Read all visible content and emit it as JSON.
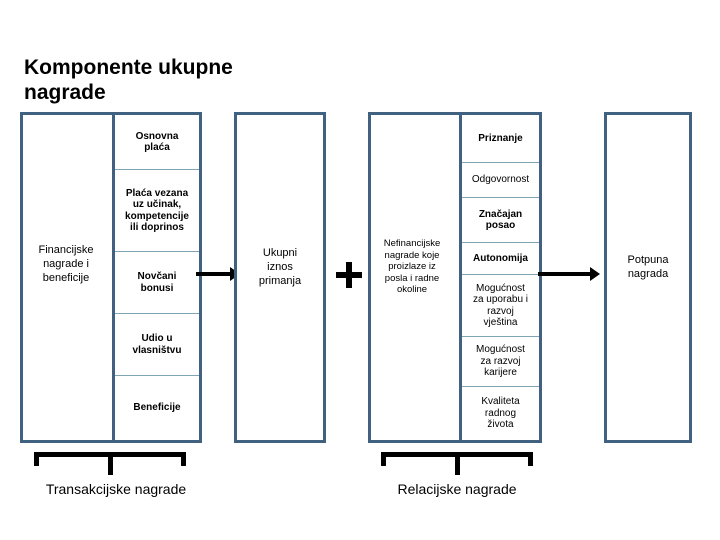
{
  "slide": {
    "title": "Komponente ukupne\nnagrade",
    "accent_border_color": "#416180",
    "divider_color": "#7fa5b5",
    "background_color": "#ffffff",
    "text_color": "#000000"
  },
  "financial": {
    "group_label": "Financijske\nnagrade i\nbeneficije",
    "items": [
      {
        "label": "Osnovna\nplaća",
        "bold": true
      },
      {
        "label": "Plaća vezana\nuz učinak,\nkompetencije\nili doprinos",
        "bold": true
      },
      {
        "label": "Novčani\nbonusi",
        "bold": true
      },
      {
        "label": "Udio u\nvlasništvu",
        "bold": true
      },
      {
        "label": "Beneficije",
        "bold": true
      }
    ]
  },
  "total_remuneration": {
    "label": "Ukupni\niznos\nprimanja"
  },
  "operator": {
    "plus": "+"
  },
  "nonfinancial": {
    "group_label": "Nefinancijske\nnagrade koje\nproizlaze iz\nposla i radne\nokoline",
    "items": [
      {
        "label": "Priznanje",
        "bold": true
      },
      {
        "label": "Odgovornost",
        "bold": false
      },
      {
        "label": "Značajan\nposao",
        "bold": true
      },
      {
        "label": "Autonomija",
        "bold": true
      },
      {
        "label": "Mogućnost\nza uporabu i\nrazvoj\nvještina",
        "bold": false
      },
      {
        "label": "Mogućnost\nza razvoj\nkarijere",
        "bold": false
      },
      {
        "label": "Kvaliteta\nradnog\nživota",
        "bold": false
      }
    ]
  },
  "total_reward": {
    "label": "Potpuna\nnagrada"
  },
  "braces": {
    "left_label": "Transakcijske nagrade",
    "right_label": "Relacijske nagrade"
  },
  "arrows": {
    "arrow1_name": "arrow-financial-to-total",
    "arrow2_name": "arrow-nonfinancial-to-totalreward"
  }
}
